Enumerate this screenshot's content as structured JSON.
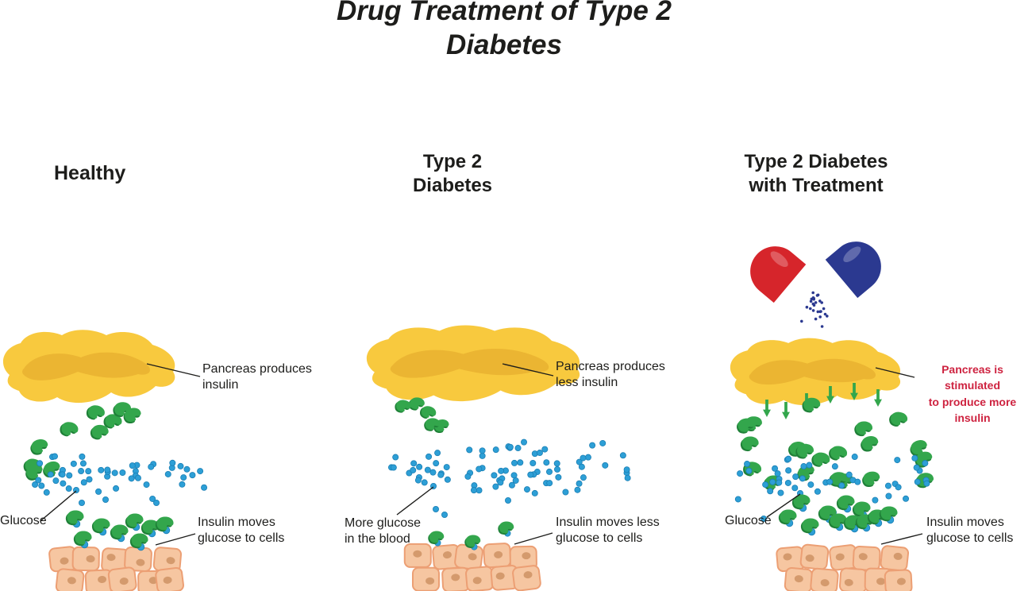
{
  "title": {
    "text": "Drug Treatment of Type 2\nDiabetes"
  },
  "colors": {
    "ink": "#1d1d1b",
    "label_red": "#ce2340",
    "pancreas": "#f8c93e",
    "pancreas_shade": "#e2a92b",
    "insulin": "#33a64c",
    "insulin_dark": "#1f8038",
    "glucose": "#2d9fd6",
    "glucose_dark": "#1b7fb4",
    "cell": "#f6c6a1",
    "cell_border": "#ec9f74",
    "cell_nucleus": "#d49a6d",
    "capsule_red": "#d6252b",
    "capsule_blue": "#2b3990"
  },
  "capsule": {
    "granule_count": 26
  },
  "panels": [
    {
      "id": "healthy",
      "heading": "Healthy",
      "pancreas_label": "Pancreas produces\ninsulin",
      "glucose_label": "Glucose",
      "cells_label": "Insulin moves\nglucose to cells",
      "counts": {
        "insulin": 10,
        "glucose": 50,
        "insulin_carrying_glucose": 8
      }
    },
    {
      "id": "type2-diabetes",
      "heading": "Type 2\nDiabetes",
      "pancreas_label": "Pancreas produces\nless insulin",
      "glucose_label": "More glucose\nin the blood",
      "cells_label": "Insulin moves less\nglucose to cells",
      "counts": {
        "insulin": 5,
        "glucose": 78,
        "insulin_carrying_glucose": 3
      }
    },
    {
      "id": "type2-with-treatment",
      "heading": "Type 2 Diabetes\nwith Treatment",
      "pancreas_label": "Pancreas is stimulated\nto produce more\ninsulin",
      "glucose_label": "Glucose",
      "cells_label": "Insulin moves\nglucose to cells",
      "counts": {
        "insulin": 20,
        "glucose": 46,
        "insulin_carrying_glucose": 11
      }
    }
  ]
}
